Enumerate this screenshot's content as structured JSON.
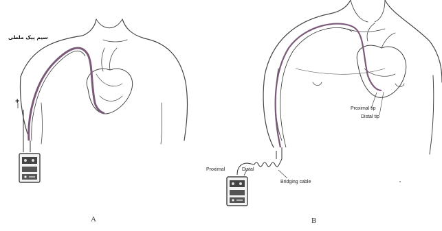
{
  "panels": {
    "a": {
      "label": "A",
      "catheter_label": "سیم پیک ملطی",
      "polarity_sign": "+"
    },
    "b": {
      "label": "B",
      "proximal_tip": "Proximal tip",
      "distal_tip": "Distal tip",
      "proximal": "Proximal",
      "distal": "Distal",
      "bridging_cable": "Bridging cable"
    }
  },
  "colors": {
    "line": "#333333",
    "catheter": "#7a5a78"
  }
}
